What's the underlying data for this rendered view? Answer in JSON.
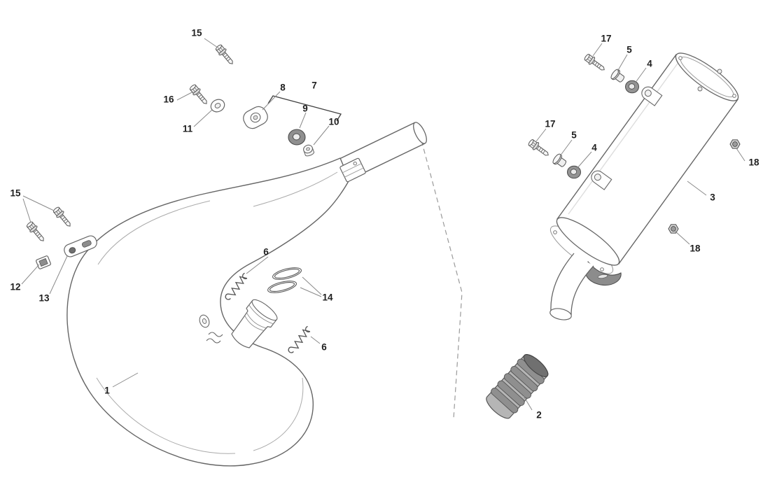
{
  "figure": {
    "kind": "exploded-parts-diagram",
    "background": "#ffffff",
    "line_color": "#666666",
    "label_color": "#1f1f1f",
    "leader_color": "#8a8a8a",
    "dash_color": "#9a9a9a",
    "rubber_fill": "#939393"
  },
  "callouts": {
    "c1": "1",
    "c2": "2",
    "c3": "3",
    "c4a": "4",
    "c4b": "4",
    "c5a": "5",
    "c5b": "5",
    "c6a": "6",
    "c6b": "6",
    "c7": "7",
    "c8": "8",
    "c9": "9",
    "c10": "10",
    "c11": "11",
    "c12": "12",
    "c13": "13",
    "c14": "14",
    "c15a": "15",
    "c15b": "15",
    "c16": "16",
    "c17a": "17",
    "c17b": "17",
    "c18a": "18",
    "c18b": "18"
  }
}
